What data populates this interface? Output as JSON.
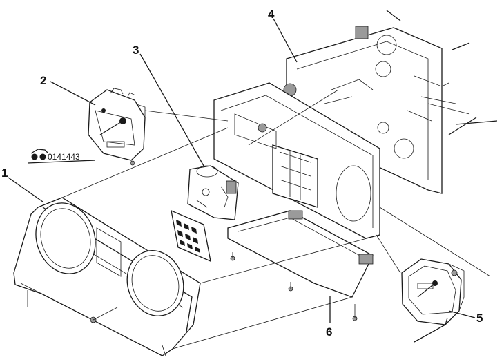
{
  "callouts": [
    {
      "id": "1",
      "label": "1"
    },
    {
      "id": "2",
      "label": "2"
    },
    {
      "id": "3",
      "label": "3"
    },
    {
      "id": "4",
      "label": "4"
    },
    {
      "id": "5",
      "label": "5"
    },
    {
      "id": "6",
      "label": "6"
    }
  ],
  "part_reference": "0141443",
  "colors": {
    "line": "#1a1a1a",
    "background": "#ffffff"
  }
}
